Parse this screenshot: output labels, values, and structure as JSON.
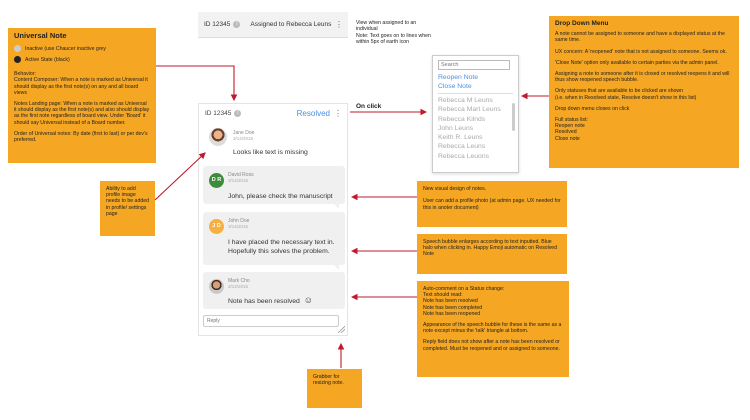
{
  "universal_note": {
    "title": "Universal Note",
    "legend_inactive": "Inactive (use Chaucer inactive grey",
    "legend_active": "Active State (black)",
    "paragraphs": [
      "Behavior:\nContent Composer: When a note is marked as Universal it should display as the first note(s) on any and all board views",
      "Notes Landing page: When a note is marked as Universal it should display as the first note(s) and also should display as the first note regardless of board view. Under 'Board' it should say Universal instead of a Board number.",
      "Order of Universal notes: By date (first to last) or per dev's preferred."
    ],
    "colors": {
      "inactive": "#cccccc",
      "active": "#222222"
    }
  },
  "profile_note": {
    "text": "Ability to add profile image needs to be added in profile/ settings page"
  },
  "dropdown_note": {
    "title": "Drop Down Menu",
    "paragraphs": [
      "A note cannot be assigned to someone and have a displayed status at the same time.",
      "UX concern: A 'reopened' note that is not assigned to someone. Seems ok.",
      "'Close Note' option only available to certain parties via the admin panel.",
      "Assigning a note to someone after it is closed or resolved reopens it and will thus show reopened speech bubble.",
      "Only statuses that are available to be clicked are shown\n(i.e. when in Resolved state, Resolve doesn't show in this list)",
      "Drop down menu closes on click",
      "Full status list:\nReopen note\nResolved\nClose note"
    ]
  },
  "visual_design_note": {
    "text": "New visual design of notes.\n\nUser can add a profile photo (at admin page. UX needed for this in anoter document)"
  },
  "speech_note": {
    "text": "Speech bubble enlarges according to text inputted. Blue halo when clicking in. Happy Emoji automatic on Resolved Note"
  },
  "auto_comment_note": {
    "paragraphs": [
      "Auto-comment on a Status change:\nText should read:\nNote has been resolved\nNote has been completed\nNote has been reopened",
      "Appearance of the speech bubble for these is the same as a note except minus the 'talk' triangle at bottom.",
      "Reply field does not show after a note has been resolved or completed. Must be reopened and or assigned to someone."
    ]
  },
  "grabber_note": {
    "text": "Grabber for resizing note."
  },
  "mini_header": {
    "id": "ID 12345",
    "assigned": "Assigned to Rebecca Leuns",
    "info_glyph": "i",
    "dots": "⋮"
  },
  "assign_label": {
    "text": "View when assigned to an individual\nNote: Text goes on to lines when within 5px of earth icon"
  },
  "onclick_label": {
    "text": "On click"
  },
  "panel": {
    "id": "ID 12345",
    "status": "Resolved",
    "dots": "⋮",
    "info_glyph": "i",
    "messages": [
      {
        "name": "Jane Doe",
        "date": "3/14/2015",
        "text": "Looks like text is missing",
        "avatar": "photo"
      },
      {
        "name": "David Ross",
        "date": "3/14/2015",
        "text": "John, please check the manuscript",
        "initials": "D R",
        "avatar": "green"
      },
      {
        "name": "John Doe",
        "date": "3/14/2015",
        "text": "I have placed the necessary text in. Hopefully this solves the problem.",
        "initials": "J D",
        "avatar": "orange"
      },
      {
        "name": "Mark Cho",
        "date": "3/14/2015",
        "text": "Note has been resolved",
        "emoji": "☺",
        "avatar": "photo"
      }
    ],
    "reply_placeholder": "Reply"
  },
  "dropdown": {
    "search_placeholder": "Search",
    "options": [
      "Reopen Note",
      "Close Note"
    ],
    "users": [
      "Rebecca M Leuns",
      "Rebecca Mart Leuns",
      "Rebecca Kilnds",
      "John Leuns",
      "Keith R. Leuns",
      "Rebecca Leuns",
      "Rebecca Leuons"
    ]
  }
}
